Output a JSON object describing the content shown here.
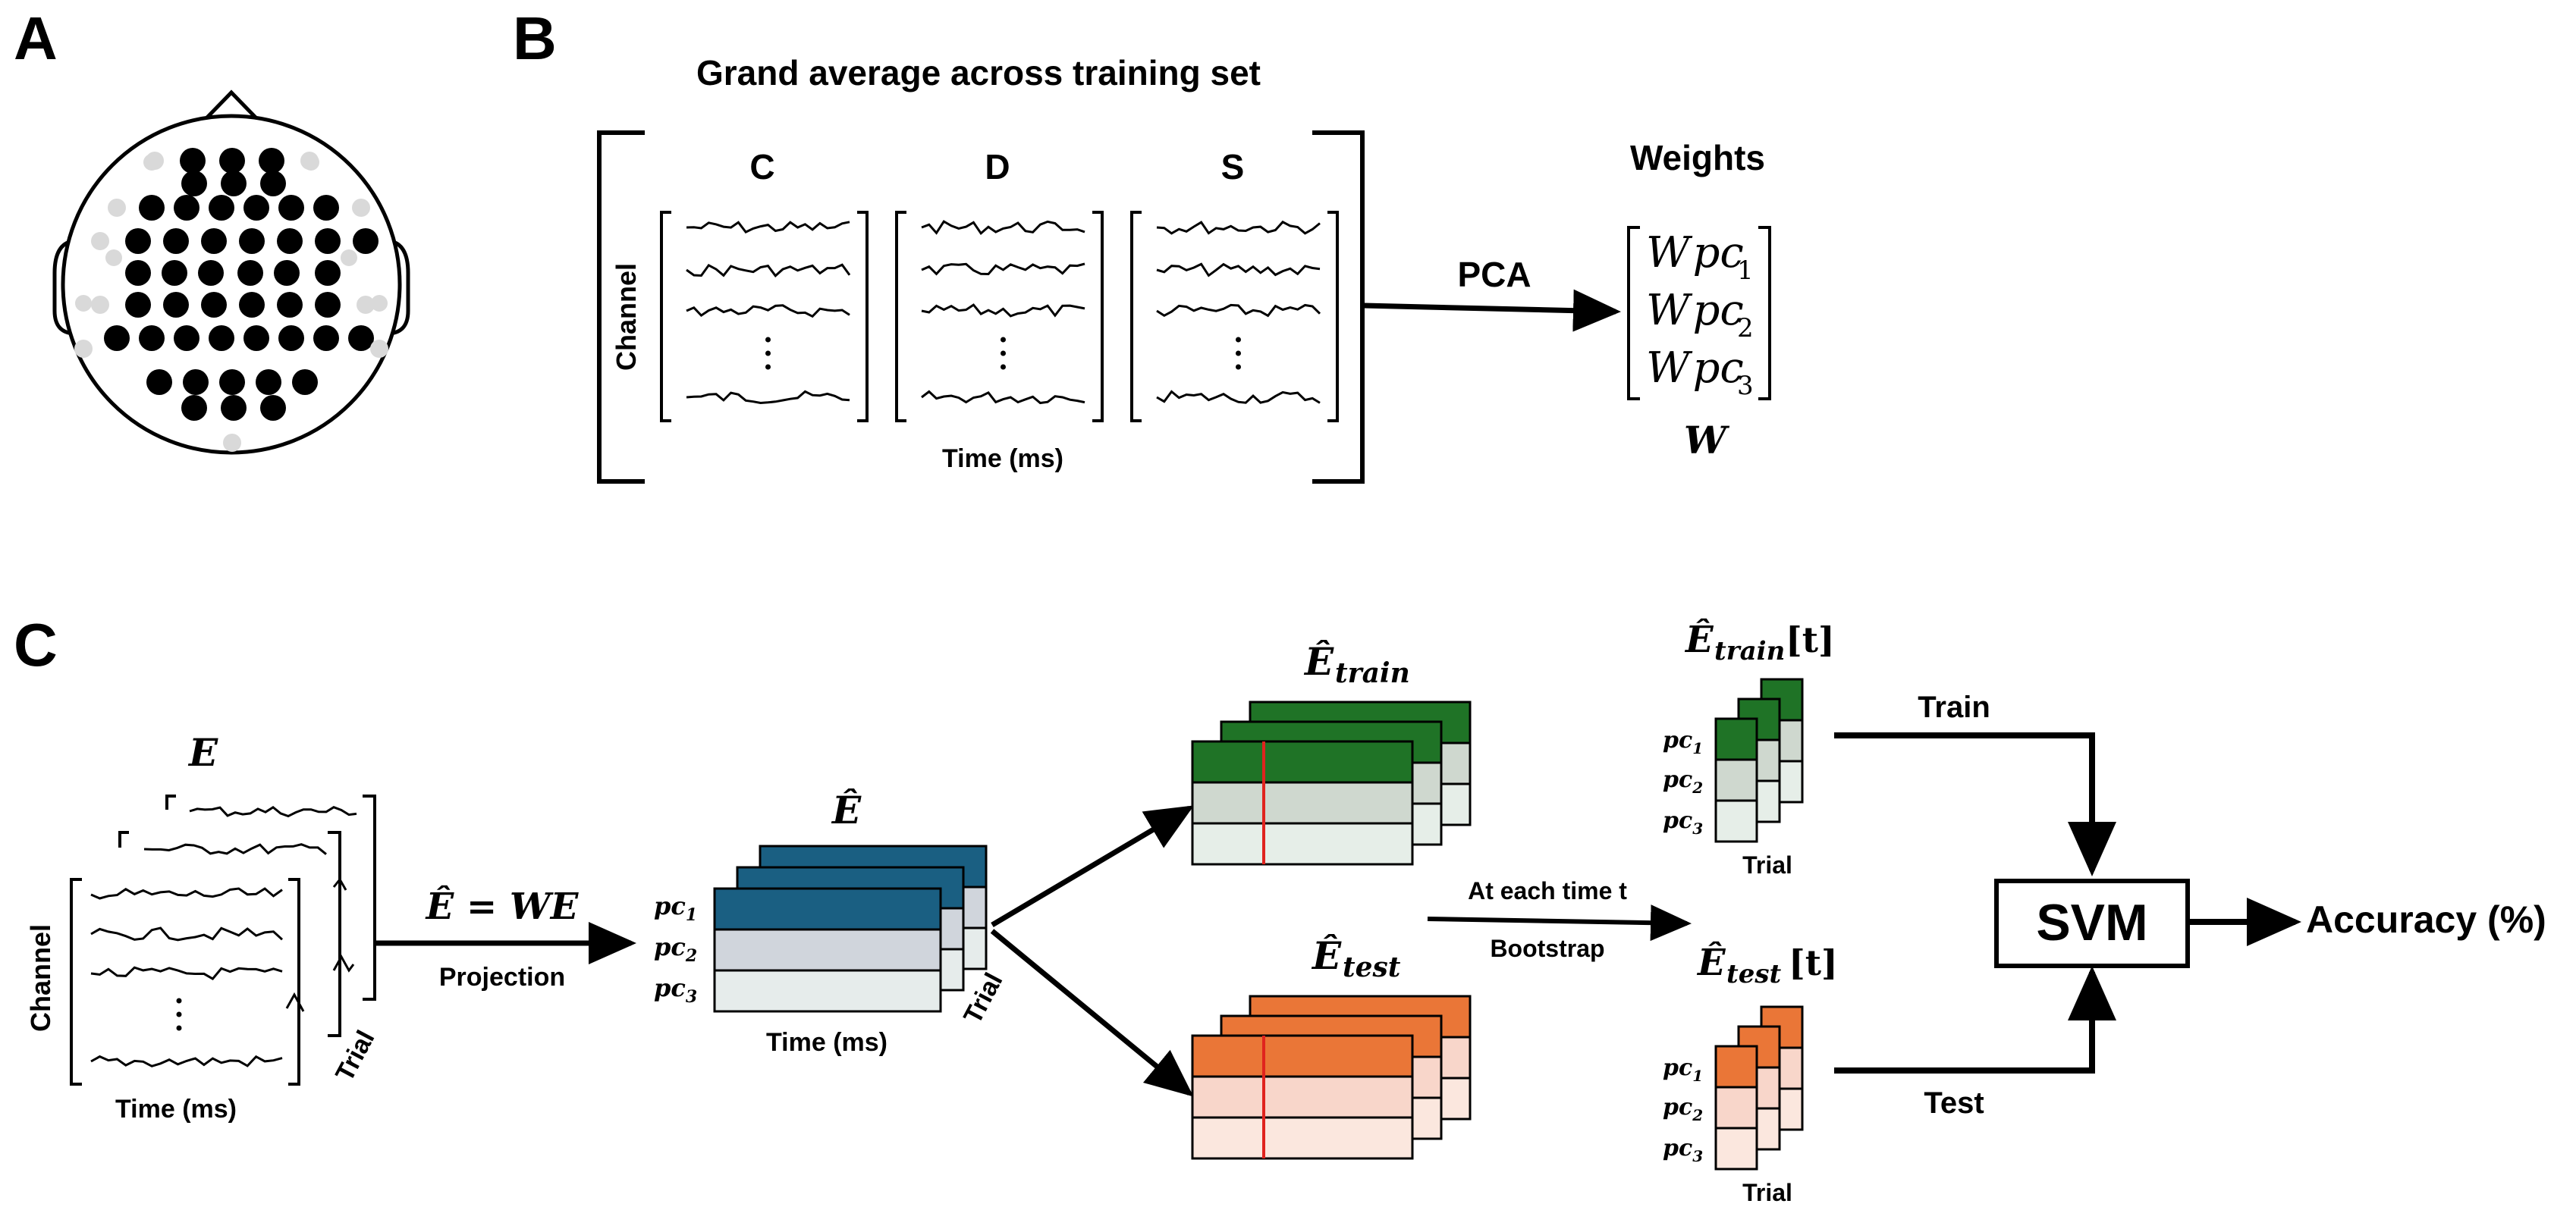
{
  "panels": {
    "a": "A",
    "b": "B",
    "c": "C"
  },
  "colors": {
    "black": "#000000",
    "electrode_off": "#d9d9d9",
    "blue_dark": "#1a5f82",
    "blue_mid": "#d0d5dc",
    "blue_light": "#e6eceb",
    "green_dark": "#1f7326",
    "green_mid": "#cfd8cf",
    "green_light": "#e6eee8",
    "orange_dark": "#ea7637",
    "orange_mid": "#f8d6ca",
    "orange_light": "#fbe7de",
    "red_line": "#e0231e"
  },
  "panel_b": {
    "title": "Grand average across training set",
    "conditions": [
      "C",
      "D",
      "S"
    ],
    "channel_label": "Channel",
    "time_label": "Time (ms)",
    "arrow_label": "PCA",
    "weights_title": "Weights",
    "weights": [
      {
        "main": "W",
        "sub": "pc",
        "idx": "1"
      },
      {
        "main": "W",
        "sub": "pc",
        "idx": "2"
      },
      {
        "main": "W",
        "sub": "pc",
        "idx": "3"
      }
    ],
    "weights_symbol": "W"
  },
  "panel_c": {
    "e_label": "E",
    "channel_label": "Channel",
    "time_label": "Time (ms)",
    "trial_label": "Trial",
    "projection_equation": "Ê = WE",
    "projection_label": "Projection",
    "ehat_label": "Ê",
    "pc_labels": [
      "pc",
      "pc",
      "pc"
    ],
    "pc_indices": [
      "1",
      "2",
      "3"
    ],
    "ehat_time_label": "Time (ms)",
    "ehat_trial_label": "Trial",
    "train_label": {
      "main": "Ê",
      "sub": "train"
    },
    "test_label": {
      "main": "Ê",
      "sub": "test"
    },
    "step_top": "At each time t",
    "step_bottom": "Bootstrap",
    "train_t_label": {
      "main": "Ê",
      "sub": "train",
      "suffix": "[t]"
    },
    "test_t_label": {
      "main": "Ê",
      "sub": "test",
      "suffix": "[t]"
    },
    "small_trial_label": "Trial",
    "train_arrow": "Train",
    "test_arrow": "Test",
    "svm": "SVM",
    "accuracy": "Accuracy (%)"
  }
}
